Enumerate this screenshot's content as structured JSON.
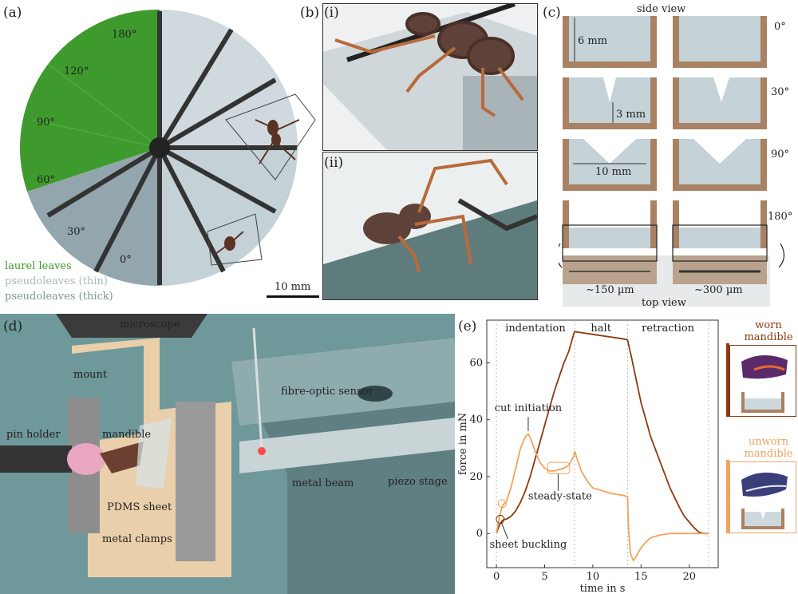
{
  "panels": {
    "a": "(a)",
    "b": "(b)",
    "b_i": "(i)",
    "b_ii": "(ii)",
    "c": "(c)",
    "d": "(d)",
    "e": "(e)"
  },
  "panel_a": {
    "angles": [
      "180°",
      "120°",
      "90°",
      "60°",
      "30°",
      "0°"
    ],
    "legend": {
      "laurel": "laurel leaves",
      "thin": "pseudoleaves (thin)",
      "thick": "pseudoleaves (thick)"
    },
    "scale_bar": "10 mm",
    "colors": {
      "laurel": "#3f9a2e",
      "thin": "#b5c4cb",
      "thick": "#8fa3ab"
    }
  },
  "panel_c": {
    "side_view": "side view",
    "top_view": "top view",
    "angles": [
      "0°",
      "30°",
      "90°",
      "180°"
    ],
    "dims": {
      "height": "6 mm",
      "depth": "3 mm",
      "width": "10 mm"
    },
    "thickness": [
      "~150 µm",
      "~300 µm"
    ]
  },
  "panel_d": {
    "labels": {
      "microscope": "microscope",
      "mount": "mount",
      "fibre": "fibre-optic sensor",
      "pin_holder": "pin holder",
      "mandible": "mandible",
      "pdms": "PDMS sheet",
      "clamps": "metal clamps",
      "beam": "metal beam",
      "piezo": "piezo stage"
    }
  },
  "chart_data": {
    "type": "line",
    "xlabel": "time in s",
    "ylabel": "force in mN",
    "xlim": [
      -1,
      23
    ],
    "ylim": [
      -12,
      75
    ],
    "xticks": [
      0,
      5,
      10,
      15,
      20
    ],
    "yticks": [
      0,
      20,
      40,
      60
    ],
    "phases": [
      "indentation",
      "halt",
      "retraction"
    ],
    "phase_boundaries": [
      0,
      8.1,
      13.6,
      22
    ],
    "annotations": [
      "cut initiation",
      "steady-state",
      "sheet buckling"
    ],
    "side_labels": {
      "worn": "worn mandible",
      "unworn": "unworn mandible"
    },
    "series": [
      {
        "name": "worn mandible",
        "color": "#8b3a10",
        "x": [
          0,
          0.2,
          0.4,
          0.6,
          0.8,
          1.0,
          1.5,
          2.0,
          2.5,
          3.0,
          3.5,
          4.0,
          4.5,
          5.0,
          5.5,
          6.0,
          6.5,
          7.0,
          7.5,
          8.0,
          8.1,
          9.0,
          10.0,
          11.0,
          12.0,
          13.0,
          13.5,
          13.6,
          14.0,
          14.5,
          15.0,
          15.5,
          16.0,
          17.0,
          18.0,
          19.0,
          19.5,
          20.0,
          20.5,
          21.0,
          21.5,
          22.0
        ],
        "y": [
          0,
          2,
          3.5,
          4.5,
          5,
          5,
          6,
          8,
          11,
          15,
          20,
          26,
          32,
          38,
          44,
          50,
          55,
          60,
          64,
          70,
          71,
          70.5,
          70,
          69.5,
          69,
          68.5,
          68.2,
          68,
          62,
          54,
          46,
          40,
          34,
          25,
          16,
          9,
          6,
          4,
          2,
          0.5,
          0,
          0
        ]
      },
      {
        "name": "unworn mandible",
        "color": "#f0a35e",
        "x": [
          0,
          0.2,
          0.4,
          0.6,
          0.8,
          1.0,
          1.5,
          2.0,
          2.5,
          3.0,
          3.3,
          3.6,
          4.0,
          4.5,
          5.0,
          5.5,
          6.0,
          6.5,
          7.0,
          7.5,
          8.0,
          8.1,
          8.4,
          8.8,
          9.5,
          10.0,
          11.0,
          12.0,
          13.0,
          13.6,
          13.7,
          13.9,
          14.2,
          14.5,
          15.0,
          15.5,
          16.0,
          17.0,
          18.0,
          19.0,
          20.0,
          21.0,
          21.8,
          22.0
        ],
        "y": [
          0,
          4,
          7,
          9.5,
          10.5,
          11,
          16,
          23,
          30,
          34,
          35,
          33,
          29,
          25,
          23,
          22,
          22,
          22.5,
          23,
          24,
          27,
          29,
          26,
          22,
          18,
          16,
          15,
          14,
          13.5,
          13,
          2,
          -7,
          -9.5,
          -8,
          -5,
          -3,
          -1.5,
          -0.5,
          0,
          0,
          0,
          0,
          0,
          0
        ]
      }
    ]
  }
}
